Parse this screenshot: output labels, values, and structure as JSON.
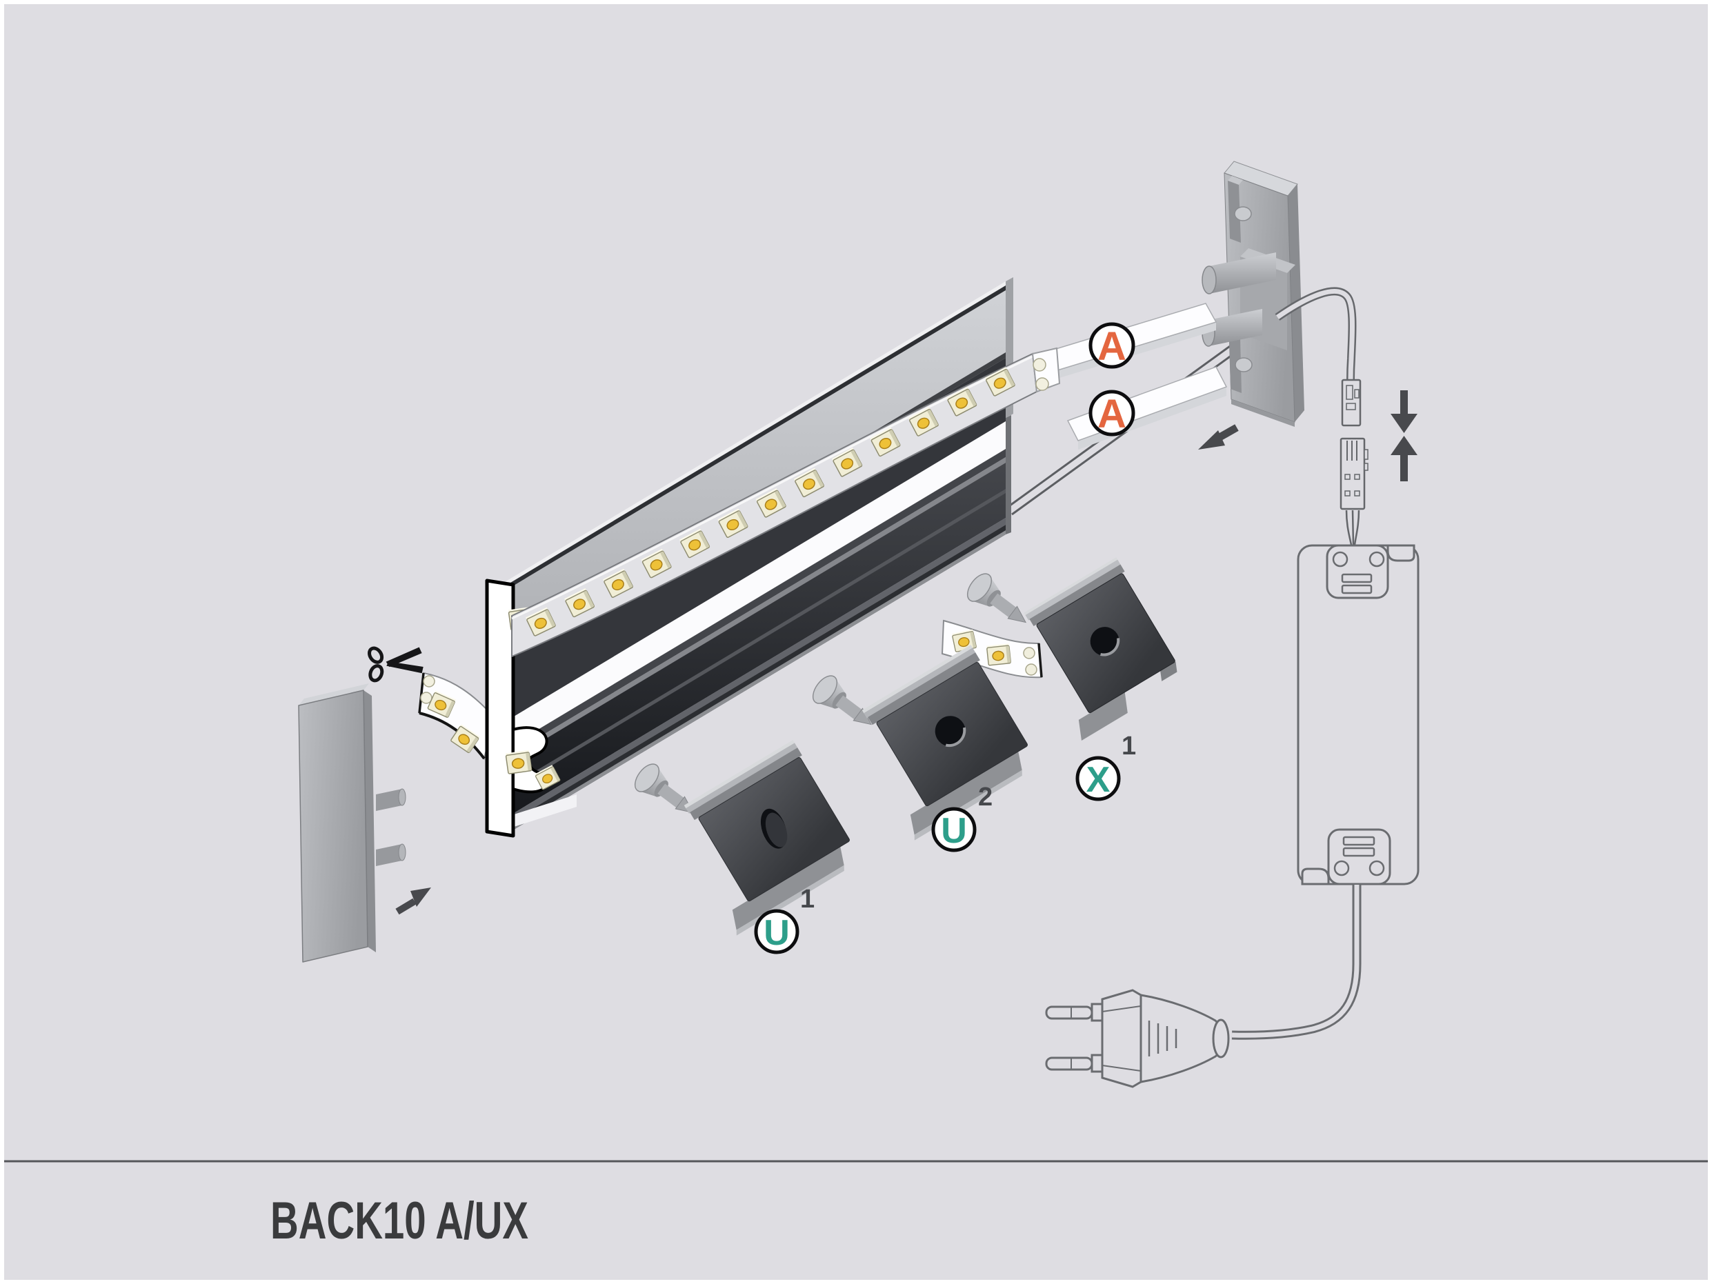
{
  "page": {
    "title": "BACK10 A/UX",
    "title_color": "#3a3b3d",
    "background": "#dedde2",
    "frame_color": "#ffffff",
    "separator_color": "#55565a"
  },
  "badges": {
    "a1": {
      "letter": "A",
      "color": "#e4663f"
    },
    "a2": {
      "letter": "A",
      "color": "#e4663f"
    },
    "u1": {
      "letter": "U",
      "sup": "1",
      "color": "#2d9e8a"
    },
    "u2": {
      "letter": "U",
      "sup": "2",
      "color": "#2d9e8a"
    },
    "x1": {
      "letter": "X",
      "sup": "1",
      "color": "#2d9e8a"
    }
  },
  "led_strip": {
    "main_led_count": 13,
    "led_body_color": "#f1eed6",
    "led_dot_color": "#eec138"
  },
  "icons": {
    "scissors": "scissors-icon",
    "press_together": "press-together-arrows-icon",
    "insert_left": "insert-arrow-left-icon",
    "insert_right": "insert-arrow-right-icon"
  },
  "outline_color": "#6a6c70"
}
